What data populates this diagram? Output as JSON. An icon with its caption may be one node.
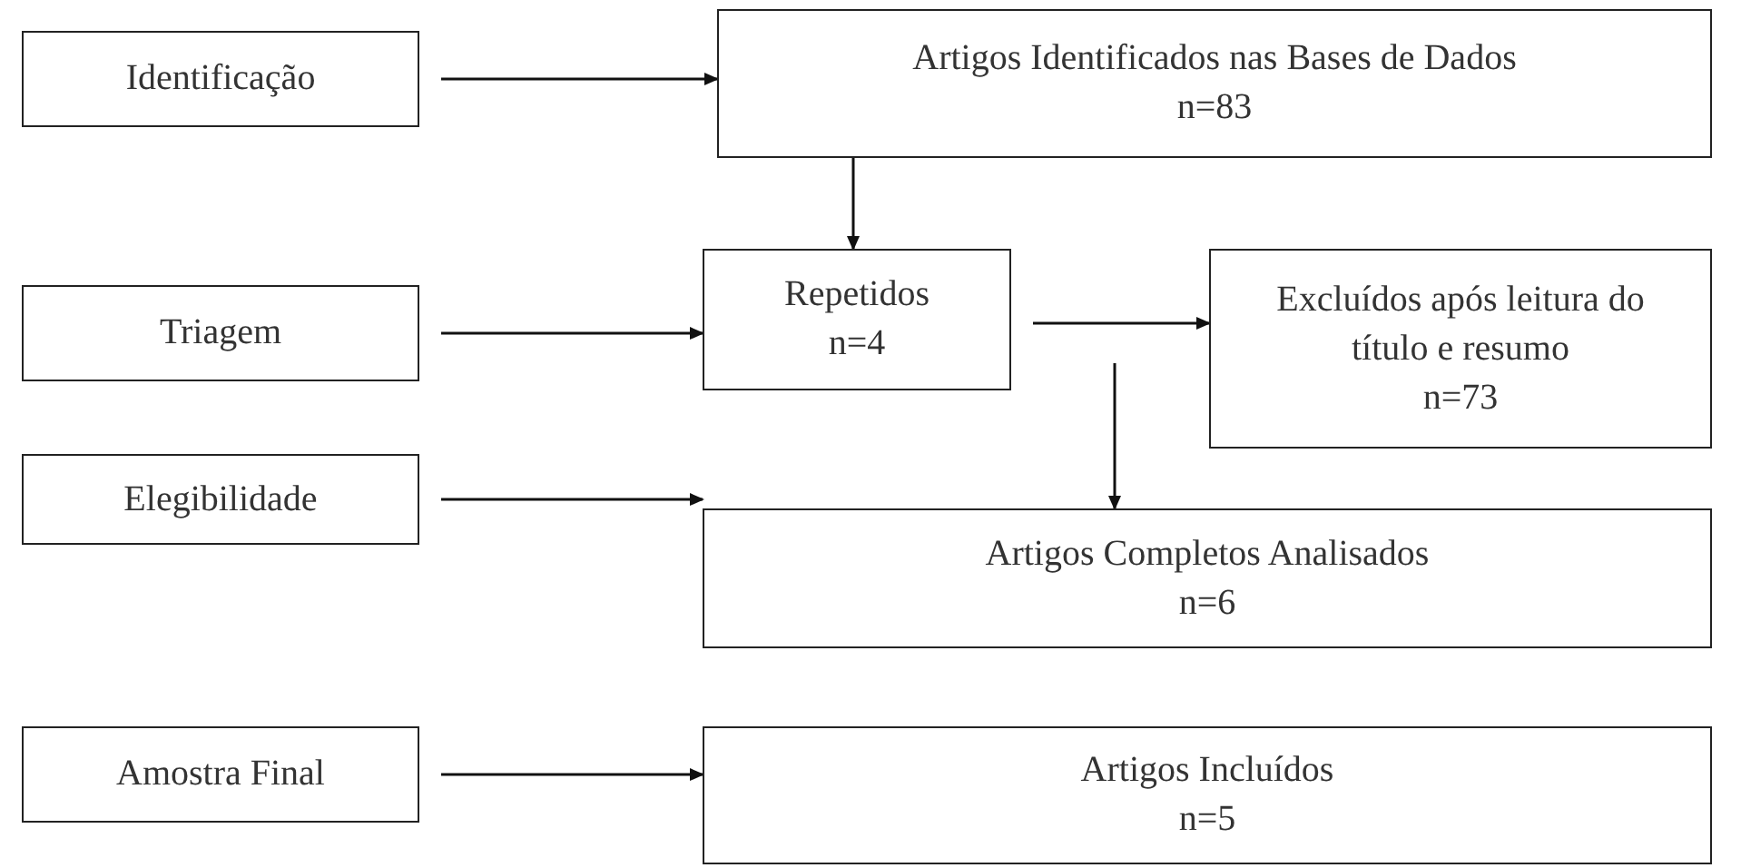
{
  "diagram": {
    "nodes": [
      {
        "text": [
          "Identificação"
        ]
      },
      {
        "text": [
          "Artigos Identificados nas Bases de Dados",
          "n=83"
        ]
      },
      {
        "text": [
          "Triagem"
        ]
      },
      {
        "text": [
          "Repetidos",
          "n=4"
        ]
      },
      {
        "text": [
          "Excluídos após leitura do título e resumo",
          "n=73"
        ]
      },
      {
        "text": [
          "Elegibilidade"
        ]
      },
      {
        "text": [
          "Artigos Completos Analisados",
          "n=6"
        ]
      },
      {
        "text": [
          "Amostra Final"
        ]
      },
      {
        "text": [
          "Artigos Incluídos",
          "n=5"
        ]
      }
    ],
    "edges": [
      {
        "from": 0,
        "to": 1,
        "arrow": "to"
      },
      {
        "from": 1,
        "to": 3,
        "arrow": "to"
      },
      {
        "from": 2,
        "to": 3,
        "arrow": "to"
      },
      {
        "from": 3,
        "to": 4,
        "arrow": "to"
      },
      {
        "from": null,
        "to": 6,
        "arrow": "to"
      },
      {
        "from": 5,
        "to": 6,
        "arrow": "to"
      },
      {
        "from": 7,
        "to": 8,
        "arrow": "to"
      }
    ]
  }
}
